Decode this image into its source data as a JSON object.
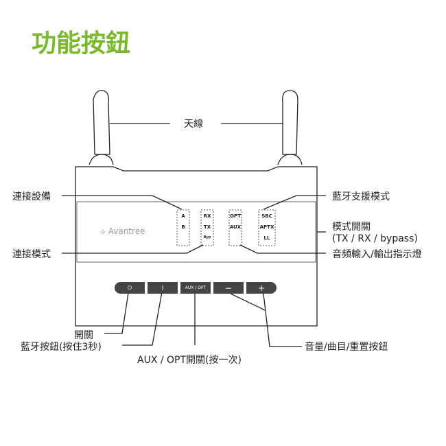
{
  "title": "功能按鈕",
  "labels": {
    "antenna": "天線",
    "connect_device": "連接設備",
    "connect_mode": "連接模式",
    "bt_codec": "藍牙支援模式",
    "mode_switch": "模式開關",
    "mode_switch_sub": "(TX / RX / bypass)",
    "audio_indicator": "音頻輸入/輸出指示燈",
    "power": "開關",
    "bt_button": "藍牙按鈕(按住3秒)",
    "aux_opt": "AUX / OPT開關(按一次)",
    "volume": "音量/曲目/重置按鈕"
  },
  "device": {
    "logo": "Avantree",
    "leds": {
      "device": [
        "A",
        "B"
      ],
      "mode": [
        "RX",
        "TX",
        "Byp"
      ],
      "input": [
        "OPT",
        "AUX"
      ],
      "codec": [
        "SBC",
        "APTX",
        "LL"
      ]
    },
    "buttons": {
      "power": "⏻",
      "bluetooth": "ᛒ",
      "aux_opt": "AUX / OPT",
      "minus": "−",
      "plus": "+"
    }
  }
}
